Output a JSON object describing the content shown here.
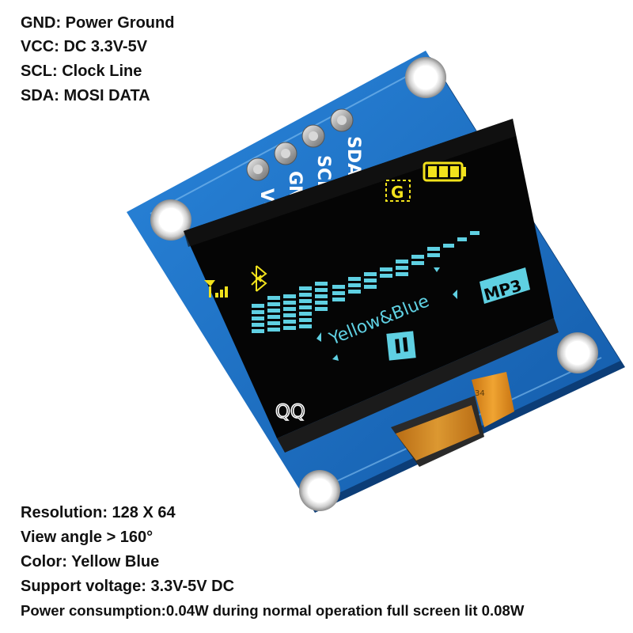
{
  "pin_specs": [
    "GND: Power Ground",
    "VCC: DC 3.3V-5V",
    "SCL: Clock Line",
    "SDA: MOSI DATA"
  ],
  "module_specs": [
    "Resolution: 128 X 64",
    "View angle > 160°",
    "Color: Yellow Blue",
    "Support voltage: 3.3V-5V DC",
    "Power consumption:0.04W during normal operation full screen lit 0.08W"
  ],
  "pcb": {
    "pin_labels": [
      "VCC",
      "GND",
      "SCL",
      "SDA"
    ],
    "ribbon_marking": "34"
  },
  "oled": {
    "center_text": "Yellow&Blue",
    "mode_badge": "MP3",
    "corner_text": "QQ",
    "clock_glyph": "G"
  },
  "colors": {
    "pcb_blue": "#1d6fc4",
    "oled_yellow": "#f2e21c",
    "oled_cyan": "#5fd0e2",
    "ribbon_orange": "#e8921e"
  },
  "icons": [
    "antenna-signal-icon",
    "bluetooth-icon",
    "battery-icon",
    "pause-icon"
  ]
}
